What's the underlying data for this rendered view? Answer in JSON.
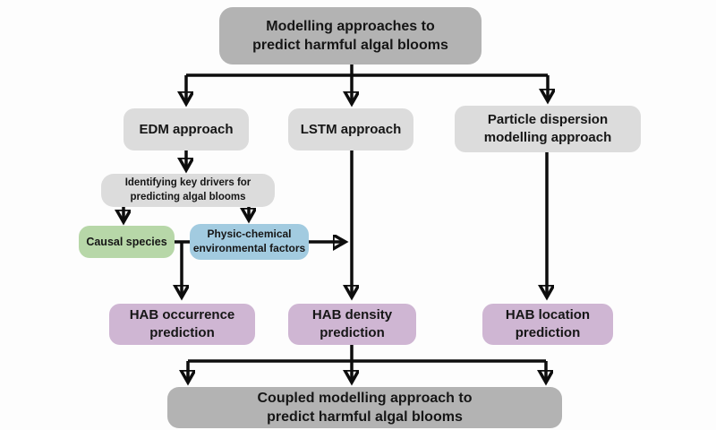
{
  "diagram": {
    "background_color": "#fdfdfd",
    "connector_color": "#0d0d0d",
    "colors": {
      "dark_gray": "#b3b3b3",
      "light_gray": "#dcdcdc",
      "green": "#b7d7a8",
      "blue": "#a2cbe0",
      "purple": "#cfb6d3"
    },
    "nodes": {
      "top": {
        "lines": [
          "Modelling approaches  to",
          "predict harmful algal blooms"
        ],
        "color": "#b3b3b3"
      },
      "edm": {
        "lines": [
          "EDM approach"
        ],
        "color": "#dcdcdc"
      },
      "lstm": {
        "lines": [
          "LSTM approach"
        ],
        "color": "#dcdcdc"
      },
      "particle": {
        "lines": [
          "Particle dispersion",
          "modelling approach"
        ],
        "color": "#dcdcdc"
      },
      "identifying": {
        "lines": [
          "Identifying key drivers for",
          "predicting algal blooms"
        ],
        "color": "#dcdcdc"
      },
      "causal": {
        "lines": [
          "Causal species"
        ],
        "color": "#b7d7a8"
      },
      "physic": {
        "lines": [
          "Physic-chemical",
          "environmental factors"
        ],
        "color": "#a2cbe0"
      },
      "hab_occurrence": {
        "lines": [
          "HAB occurrence",
          "prediction"
        ],
        "color": "#cfb6d3"
      },
      "hab_density": {
        "lines": [
          "HAB density",
          "prediction"
        ],
        "color": "#cfb6d3"
      },
      "hab_location": {
        "lines": [
          "HAB location",
          "prediction"
        ],
        "color": "#cfb6d3"
      },
      "coupled": {
        "lines": [
          "Coupled modelling approach  to",
          "predict harmful algal blooms"
        ],
        "color": "#b3b3b3"
      }
    }
  }
}
